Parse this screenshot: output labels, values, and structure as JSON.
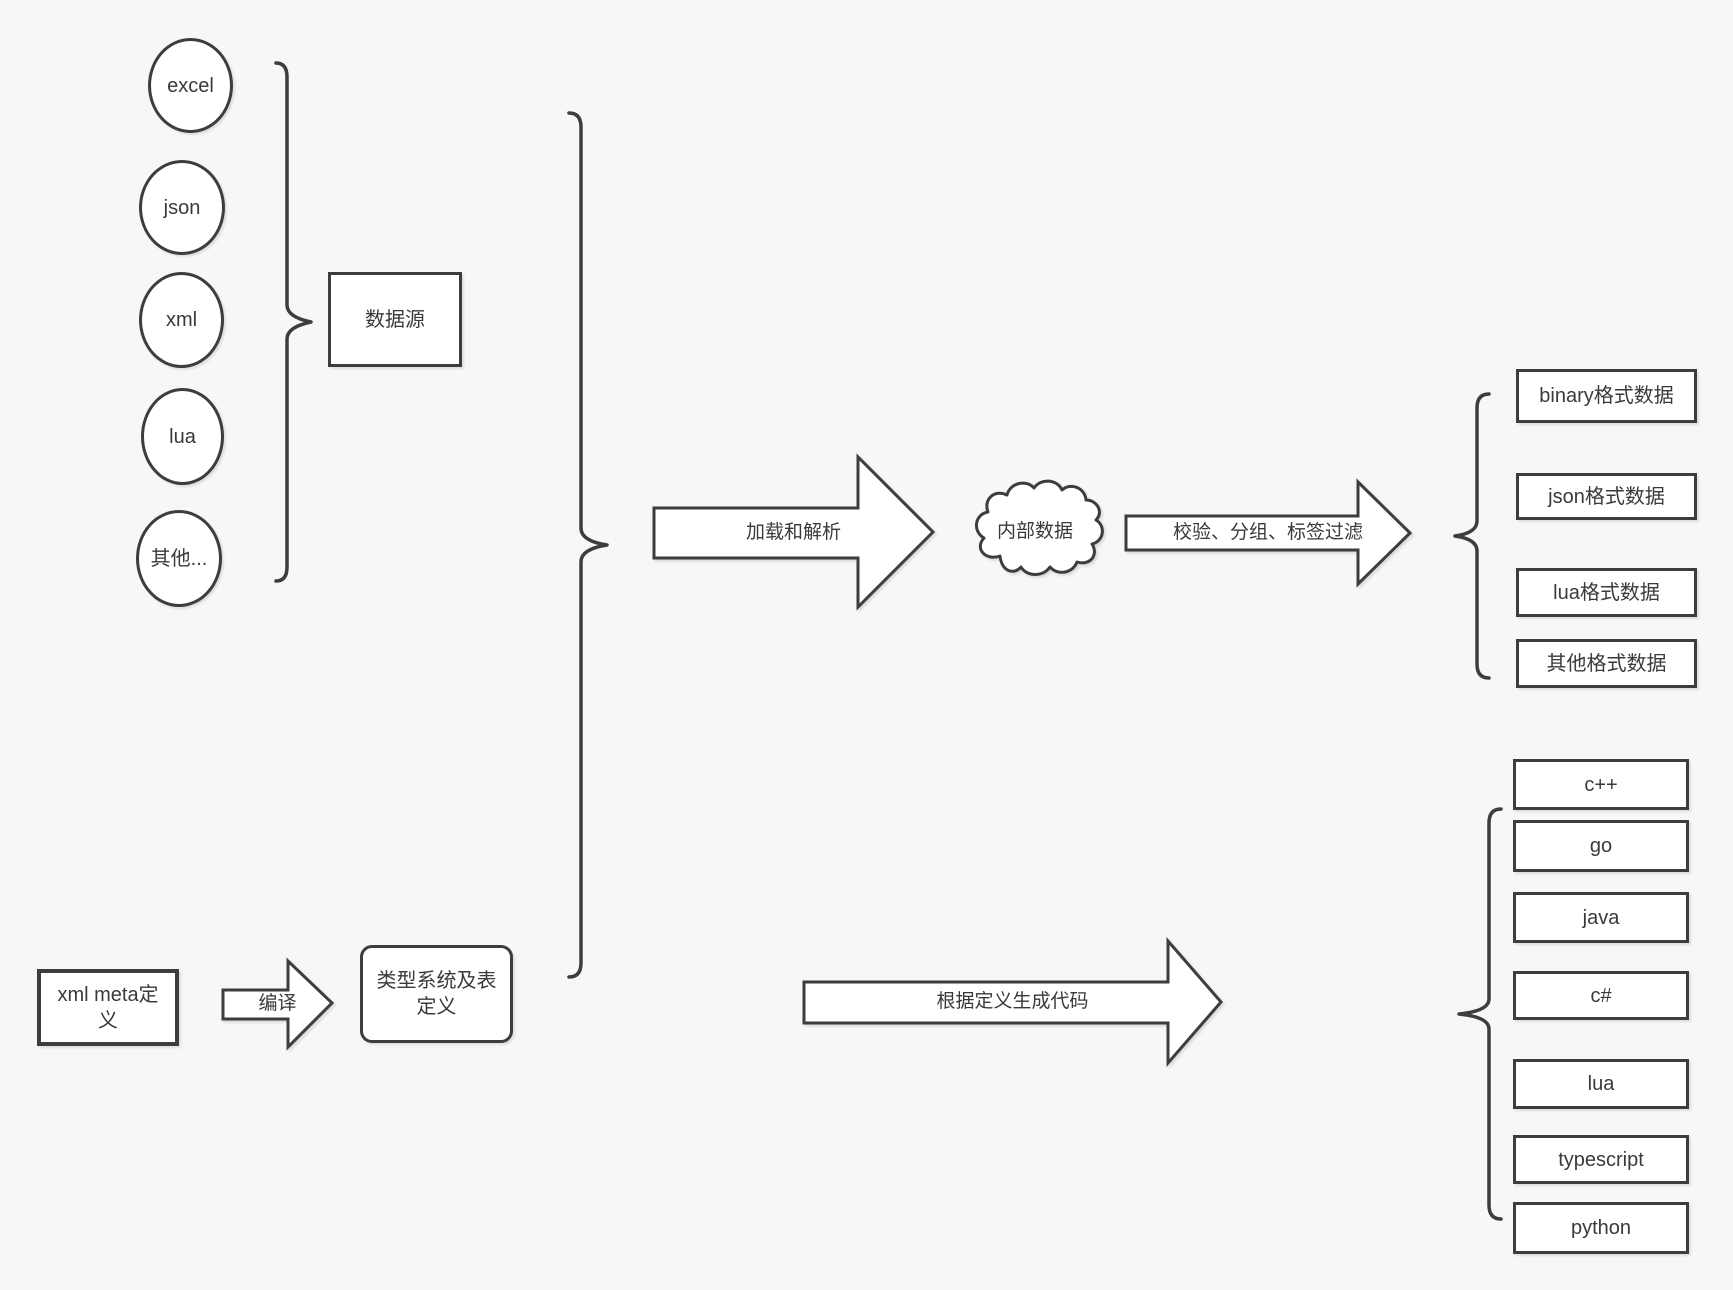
{
  "diagram": {
    "sources": {
      "items": [
        "excel",
        "json",
        "xml",
        "lua",
        "其他..."
      ],
      "group_label": "数据源"
    },
    "pipeline": {
      "load_arrow_label": "加载和解析",
      "cloud_label": "内部数据",
      "filter_arrow_label": "校验、分组、标签过滤"
    },
    "outputs": [
      "binary格式数据",
      "json格式数据",
      "lua格式数据",
      "其他格式数据"
    ],
    "definition": {
      "xml_meta_label": "xml meta定义",
      "compile_arrow_label": "编译",
      "type_system_label": "类型系统及表定义",
      "codegen_arrow_label": "根据定义生成代码"
    },
    "languages": [
      "c++",
      "go",
      "java",
      "c#",
      "lua",
      "typescript",
      "python"
    ],
    "colors": {
      "background": "#f7f7f7",
      "stroke": "#3d3d3d",
      "shape_fill": "#ffffff"
    }
  }
}
